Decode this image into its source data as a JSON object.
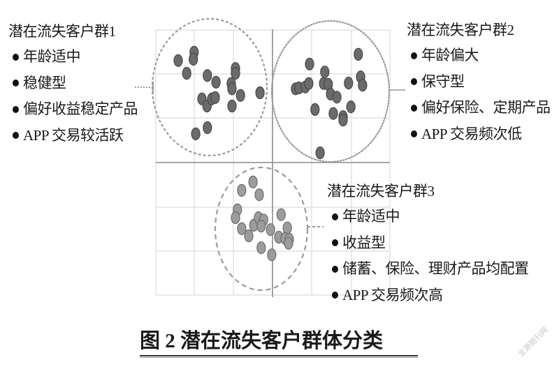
{
  "clusters": [
    {
      "title": "潜在流失客户群1",
      "traits": [
        "年龄适中",
        "稳健型",
        "偏好收益稳定产品",
        "APP 交易较活跃"
      ]
    },
    {
      "title": "潜在流失客户群2",
      "traits": [
        "年龄偏大",
        "保守型",
        "偏好保险、定期产品",
        "APP 交易频次低"
      ]
    },
    {
      "title": "潜在流失客户群3",
      "traits": [
        "年龄适中",
        "收益型",
        "储蓄、保险、理财产品均配置",
        "APP 交易频次高"
      ]
    }
  ],
  "caption": "图 2  潜在流失客户群体分类",
  "watermark": "龙源期刊网",
  "colors": {
    "cluster_dark_fill": "#6b6b6b",
    "cluster_light_fill": "#9c9c9c",
    "grid": "#dcdcdc",
    "axis": "#8a8a8a",
    "ring": "#9a9a9a"
  },
  "chart_data": {
    "type": "scatter",
    "title": "图 2  潜在流失客户群体分类",
    "xlabel": "",
    "ylabel": "",
    "xlim": [
      -3,
      3
    ],
    "ylim": [
      -3,
      3
    ],
    "grid": true,
    "legend": "none (clusters annotated with text callouts)",
    "series": [
      {
        "name": "潜在流失客户群1",
        "style": "dark",
        "points": [
          [
            -2.42,
            2.31
          ],
          [
            -2.01,
            2.5
          ],
          [
            -2.03,
            2.34
          ],
          [
            -2.2,
            2.02
          ],
          [
            -1.67,
            1.97
          ],
          [
            -1.45,
            1.82
          ],
          [
            -0.95,
            2.13
          ],
          [
            -0.95,
            2.02
          ],
          [
            -1.06,
            1.79
          ],
          [
            -1.04,
            1.67
          ],
          [
            -0.82,
            1.52
          ],
          [
            -0.32,
            1.58
          ],
          [
            -1.81,
            1.44
          ],
          [
            -1.68,
            1.28
          ],
          [
            -1.56,
            1.44
          ],
          [
            -1.47,
            1.47
          ],
          [
            -1.04,
            1.28
          ],
          [
            -1.67,
            0.79
          ],
          [
            -1.97,
            0.65
          ]
        ]
      },
      {
        "name": "潜在流失客户群2",
        "style": "dark",
        "points": [
          [
            0.95,
            2.23
          ],
          [
            2.2,
            2.45
          ],
          [
            1.34,
            2.05
          ],
          [
            0.59,
            1.67
          ],
          [
            0.68,
            1.69
          ],
          [
            0.84,
            1.71
          ],
          [
            0.93,
            1.79
          ],
          [
            1.31,
            1.79
          ],
          [
            1.43,
            1.77
          ],
          [
            1.49,
            1.55
          ],
          [
            1.65,
            1.48
          ],
          [
            1.95,
            1.8
          ],
          [
            2.26,
            1.94
          ],
          [
            2.31,
            1.75
          ],
          [
            1.09,
            1.2
          ],
          [
            1.56,
            1.11
          ],
          [
            1.81,
            1.04
          ],
          [
            1.81,
            0.96
          ],
          [
            2.01,
            1.26
          ],
          [
            1.22,
            0.22
          ]
        ]
      },
      {
        "name": "潜在流失客户群3",
        "style": "light",
        "points": [
          [
            -0.5,
            -0.44
          ],
          [
            -0.79,
            -0.63
          ],
          [
            -0.34,
            -0.73
          ],
          [
            -0.9,
            -1.07
          ],
          [
            -0.95,
            -1.25
          ],
          [
            -0.79,
            -1.5
          ],
          [
            -0.61,
            -1.66
          ],
          [
            -0.48,
            -1.42
          ],
          [
            -0.36,
            -1.25
          ],
          [
            -0.23,
            -1.3
          ],
          [
            -0.29,
            -1.44
          ],
          [
            -0.05,
            -1.52
          ],
          [
            0.22,
            -1.18
          ],
          [
            0.38,
            -1.48
          ],
          [
            0.16,
            -1.69
          ],
          [
            0.32,
            -1.72
          ],
          [
            0.43,
            -1.74
          ],
          [
            0.41,
            -1.83
          ],
          [
            -0.29,
            -1.93
          ],
          [
            -0.02,
            -2.09
          ]
        ]
      }
    ]
  }
}
